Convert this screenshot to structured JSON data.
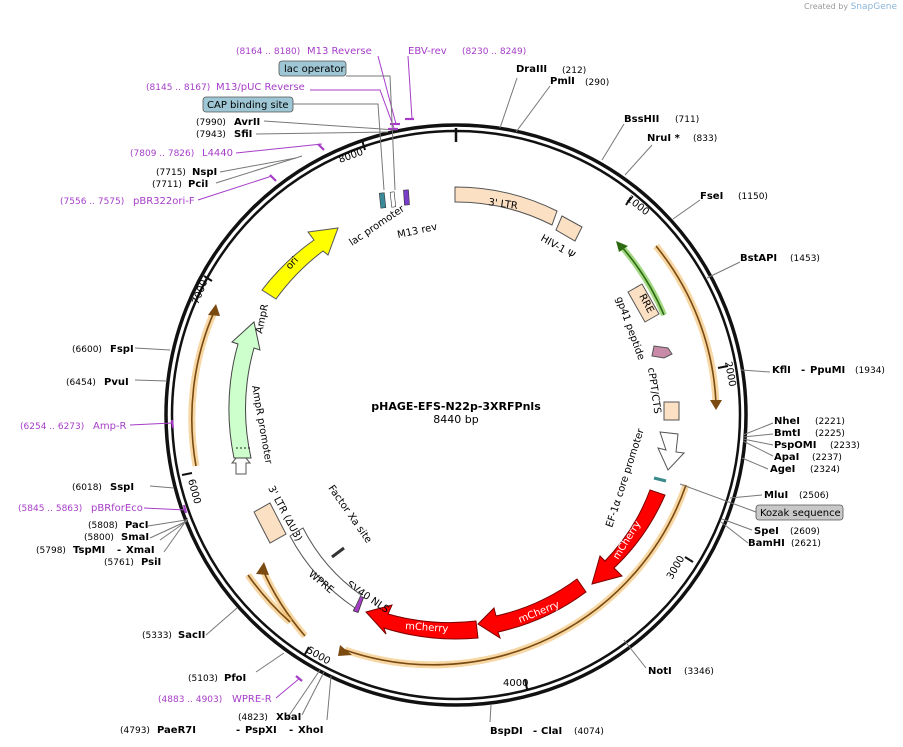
{
  "credit": {
    "prefix": "Created by",
    "brand": "SnapGene"
  },
  "plasmid": {
    "name": "pHAGE-EFS-N22p-3XRFPnls",
    "length": "8440 bp"
  },
  "ticks": [
    "1000",
    "2000",
    "3000",
    "4000",
    "5000",
    "6000",
    "7000",
    "8000"
  ],
  "enzymes": [
    {
      "name": "DraIII",
      "pos": "(212)"
    },
    {
      "name": "PmlI",
      "pos": "(290)"
    },
    {
      "name": "BssHII",
      "pos": "(711)"
    },
    {
      "name": "NruI *",
      "pos": "(833)"
    },
    {
      "name": "FseI",
      "pos": "(1150)"
    },
    {
      "name": "BstAPI",
      "pos": "(1453)"
    },
    {
      "name": "KflI",
      "sep": "-",
      "name2": "PpuMI",
      "pos": "(1934)"
    },
    {
      "name": "NheI",
      "pos": "(2221)"
    },
    {
      "name": "BmtI",
      "pos": "(2225)"
    },
    {
      "name": "PspOMI",
      "pos": "(2233)"
    },
    {
      "name": "ApaI",
      "pos": "(2237)"
    },
    {
      "name": "AgeI",
      "pos": "(2324)"
    },
    {
      "name": "MluI",
      "pos": "(2506)"
    },
    {
      "name": "SpeI",
      "pos": "(2609)"
    },
    {
      "name": "BamHI",
      "pos": "(2621)"
    },
    {
      "name": "NotI",
      "pos": "(3346)"
    },
    {
      "name": "BspDI",
      "sep": "-",
      "name2": "ClaI",
      "pos": "(4074)"
    },
    {
      "name": "XbaI",
      "pos": "(4823)"
    },
    {
      "name": "PaeR7I",
      "sep": "-",
      "name2": "PspXI",
      "sep2": "-",
      "name3": "XhoI",
      "pos": "(4793)"
    },
    {
      "name": "PfoI",
      "pos": "(5103)"
    },
    {
      "name": "SacII",
      "pos": "(5333)"
    },
    {
      "name": "PsiI",
      "pos": "(5761)"
    },
    {
      "name": "TspMI",
      "sep": "-",
      "name2": "XmaI",
      "pos": "(5798)"
    },
    {
      "name": "SmaI",
      "pos": "(5800)"
    },
    {
      "name": "PacI",
      "pos": "(5808)"
    },
    {
      "name": "SspI",
      "pos": "(6018)"
    },
    {
      "name": "PvuI",
      "pos": "(6454)"
    },
    {
      "name": "FspI",
      "pos": "(6600)"
    },
    {
      "name": "PciI",
      "pos": "(7711)"
    },
    {
      "name": "NspI",
      "pos": "(7715)"
    },
    {
      "name": "SfiI",
      "pos": "(7943)"
    },
    {
      "name": "AvrII",
      "pos": "(7990)"
    }
  ],
  "primers": [
    {
      "name": "M13 Reverse",
      "pos": "(8164 .. 8180)"
    },
    {
      "name": "EBV-rev",
      "pos": "(8230 .. 8249)"
    },
    {
      "name": "M13/pUC Reverse",
      "pos": "(8145 .. 8167)"
    },
    {
      "name": "L4440",
      "pos": "(7809 .. 7826)"
    },
    {
      "name": "pBR322ori-F",
      "pos": "(7556 .. 7575)"
    },
    {
      "name": "Amp-R",
      "pos": "(6254 .. 6273)"
    },
    {
      "name": "pBRforEco",
      "pos": "(5845 .. 5863)"
    },
    {
      "name": "WPRE-R",
      "pos": "(4883 .. 4903)"
    }
  ],
  "boxed_features": [
    "lac operator",
    "CAP binding site",
    "Kozak sequence"
  ],
  "features": {
    "ltr5": "3' LTR",
    "hiv_psi": "HIV-1 Ψ",
    "rre": "RRE",
    "gp41": "gp41 peptide",
    "cppt": "cPPT/CTS",
    "ef1a": "EF-1α core promoter",
    "mcherry": "mCherry",
    "sv40nls": "SV40 NLS",
    "wpre": "WPRE",
    "ltr3": "3' LTR (ΔU3)",
    "factorxa": "Factor Xa site",
    "ampr_promoter": "AmpR promoter",
    "ampr": "AmpR",
    "ori": "ori",
    "lac_promoter": "lac promoter",
    "m13rev": "M13 rev"
  },
  "colors": {
    "ltr": "#fbe0c3",
    "cds_red": "#ff0000",
    "ampr": "#ccffcc",
    "ori": "#ffff00",
    "primer": "#a63dc8",
    "orange_band": "#f0b65a",
    "green_band": "#7ec850",
    "box_fill": "#9ec6d4",
    "kozak_fill": "#c8c8c8"
  }
}
